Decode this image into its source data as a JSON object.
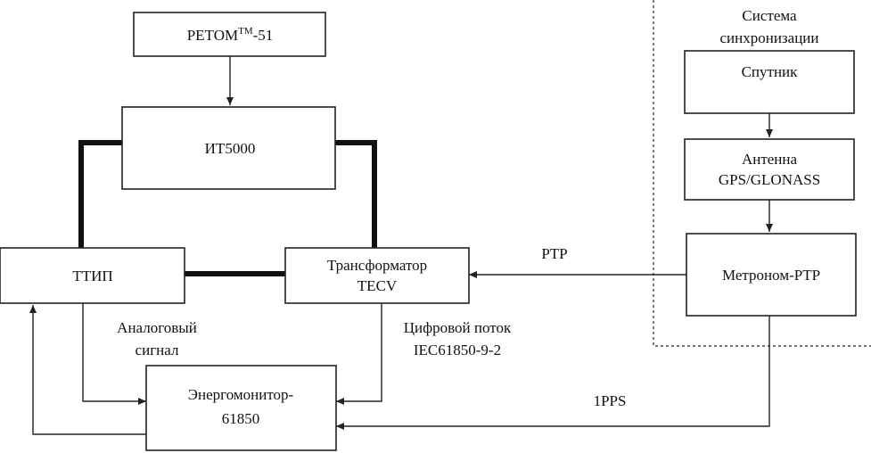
{
  "colors": {
    "line": "#222222",
    "background": "#ffffff"
  },
  "sync_system": {
    "title_line1": "Система",
    "title_line2": "синхронизации"
  },
  "boxes": {
    "retom": {
      "label": "РЕТОМ",
      "superscript": "TM",
      "suffix": "-51"
    },
    "it5000": {
      "label": "ИТ5000"
    },
    "ttip": {
      "label": "ТТИП"
    },
    "transformer": {
      "line1": "Трансформатор",
      "line2": "TECV"
    },
    "energomonitor": {
      "line1": "Энергомонитор-",
      "line2": "61850"
    },
    "satellite": {
      "label": "Спутник"
    },
    "antenna": {
      "line1": "Антенна",
      "line2": "GPS/GLONASS"
    },
    "metronom": {
      "label": "Метроном-PTP"
    }
  },
  "connections": {
    "ptp": "PTP",
    "analog_line1": "Аналоговый",
    "analog_line2": "сигнал",
    "digital_line1": "Цифровой поток",
    "digital_line2": "IEC61850-9-2",
    "pps": "1PPS"
  }
}
